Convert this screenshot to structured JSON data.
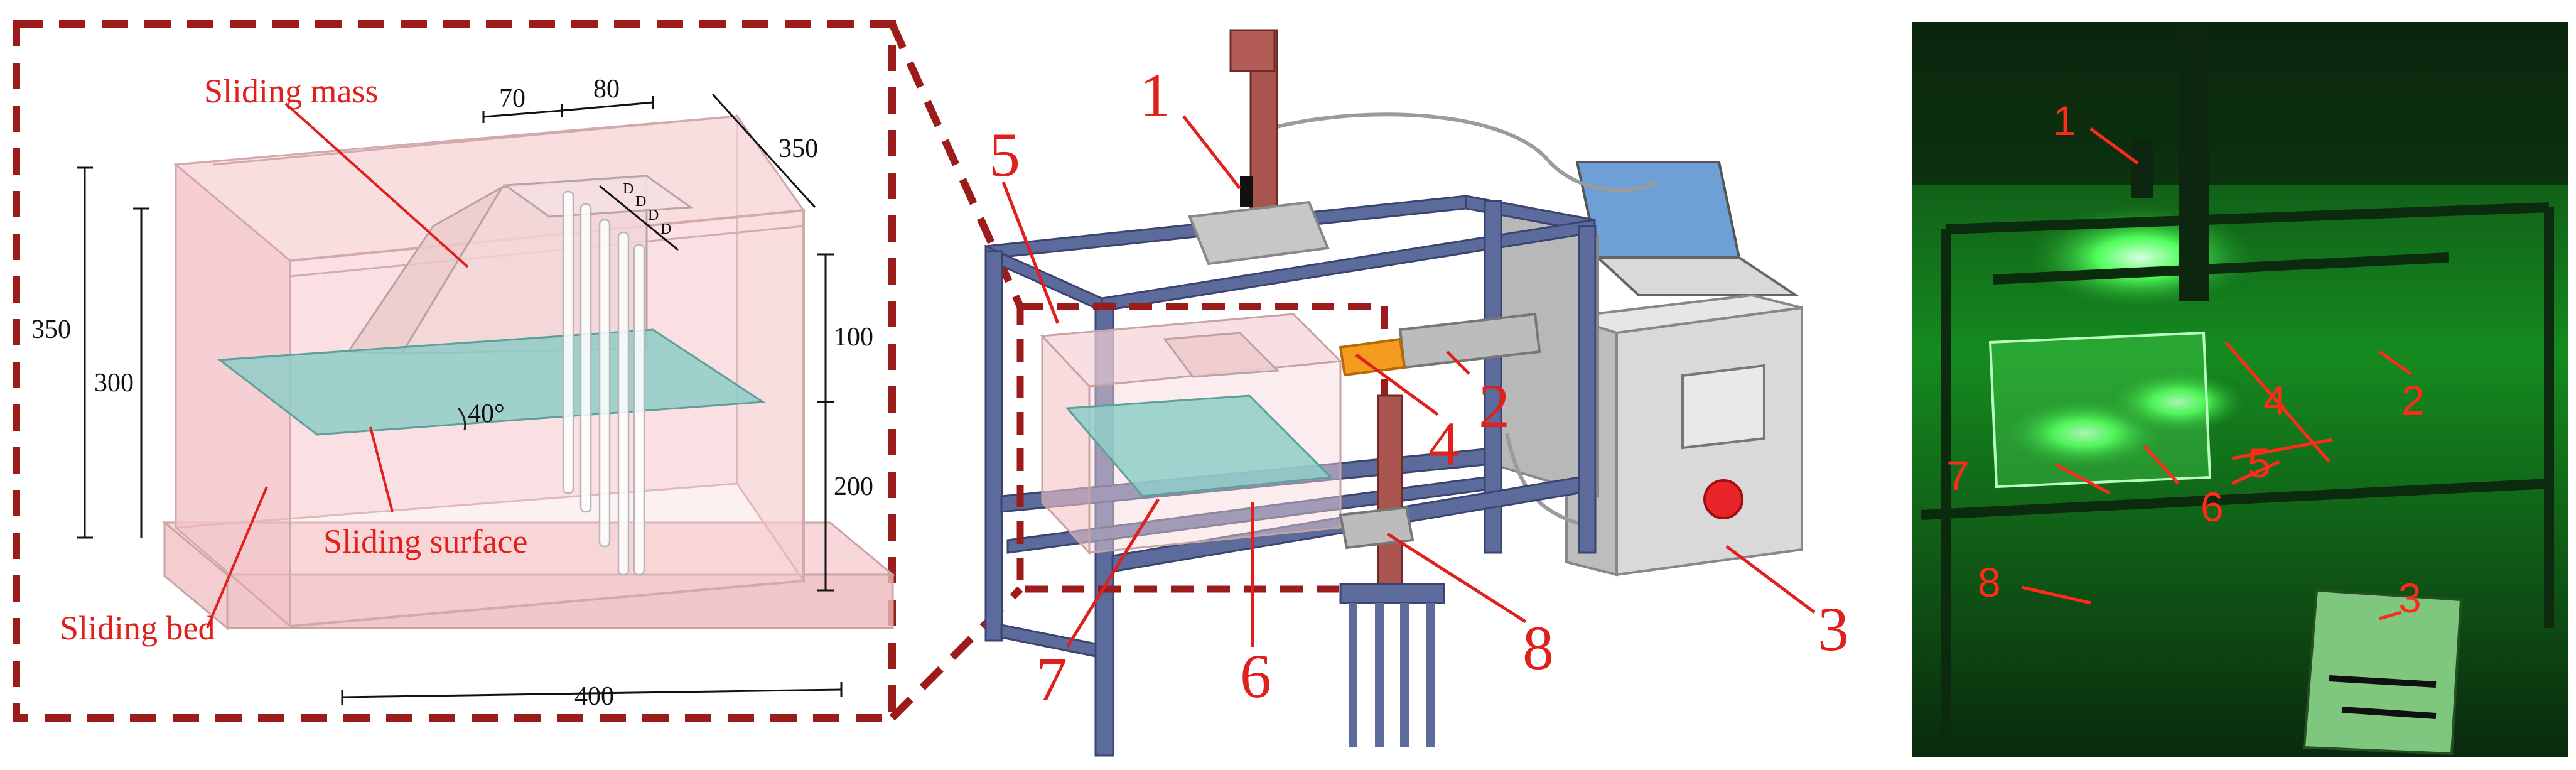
{
  "colors": {
    "callout_dash": "#9c1c1c",
    "label_red": "#e0201c",
    "frame_blue": "#5c6a9c",
    "tank_pink": "#f4c9cc",
    "slide_teal": "#8fcdc8",
    "column_red": "#a9544e",
    "photo_green": "#2fe03a"
  },
  "left_panel": {
    "labels": {
      "sliding_mass": "Sliding mass",
      "sliding_surface": "Sliding surface",
      "sliding_bed": "Sliding bed"
    },
    "dimensions": {
      "d70": "70",
      "d80": "80",
      "d350_top": "350",
      "d350_left": "350",
      "d300": "300",
      "d100": "100",
      "d200": "200",
      "d400": "400",
      "angle": "40°",
      "D": "D"
    }
  },
  "middle_panel": {
    "numbers": [
      "1",
      "2",
      "3",
      "4",
      "5",
      "6",
      "7",
      "8"
    ]
  },
  "right_panel": {
    "numbers": [
      "1",
      "2",
      "3",
      "4",
      "5",
      "6",
      "7",
      "8"
    ]
  }
}
